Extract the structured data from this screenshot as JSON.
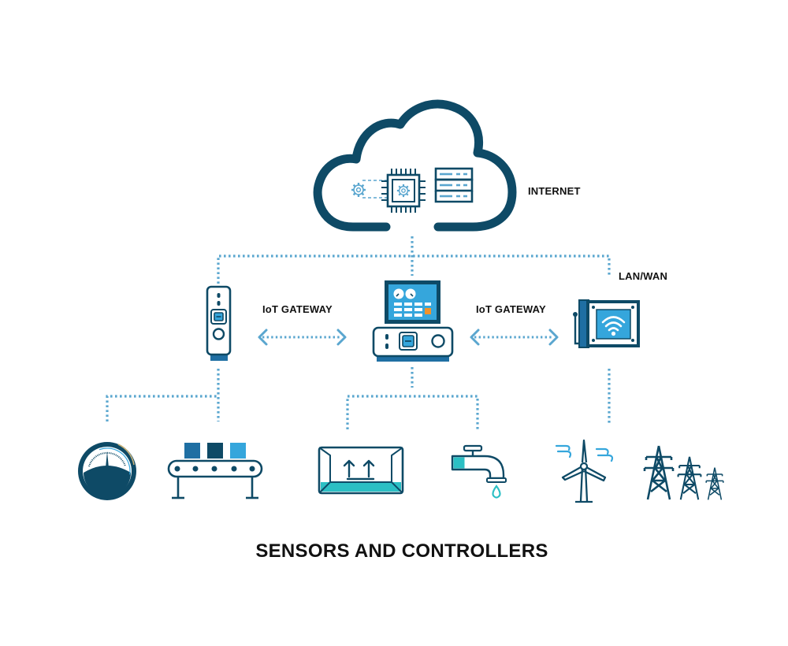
{
  "diagram": {
    "title": "SENSORS AND CONTROLLERS",
    "labels": {
      "internet": "INTERNET",
      "lan_wan": "LAN/WAN",
      "gateway_left": "IoT GATEWAY",
      "gateway_right": "IoT GATEWAY"
    },
    "colors": {
      "dark": "#0e4a66",
      "mid": "#1f6fa3",
      "light": "#35a6dc",
      "dots": "#5aa6cf",
      "teal": "#2bbfc4",
      "orange": "#f0932b",
      "text": "#111111"
    },
    "nodes": [
      {
        "id": "cloud",
        "icon": "cloud-icon",
        "contains": [
          "gear-icon",
          "cpu-chip-icon",
          "server-stack-icon"
        ]
      },
      {
        "id": "gateway-dongle",
        "icon": "usb-gateway-icon"
      },
      {
        "id": "gateway-controller",
        "icon": "control-panel-gateway-icon"
      },
      {
        "id": "gateway-wifi-router",
        "icon": "wifi-router-icon"
      },
      {
        "id": "sensor-gauge",
        "icon": "pressure-gauge-icon"
      },
      {
        "id": "sensor-conveyor",
        "icon": "conveyor-belt-icon"
      },
      {
        "id": "sensor-package",
        "icon": "package-this-side-up-icon"
      },
      {
        "id": "sensor-faucet",
        "icon": "water-faucet-icon"
      },
      {
        "id": "sensor-wind-turbine",
        "icon": "wind-turbine-icon"
      },
      {
        "id": "sensor-power-towers",
        "icon": "power-transmission-towers-icon"
      }
    ]
  }
}
